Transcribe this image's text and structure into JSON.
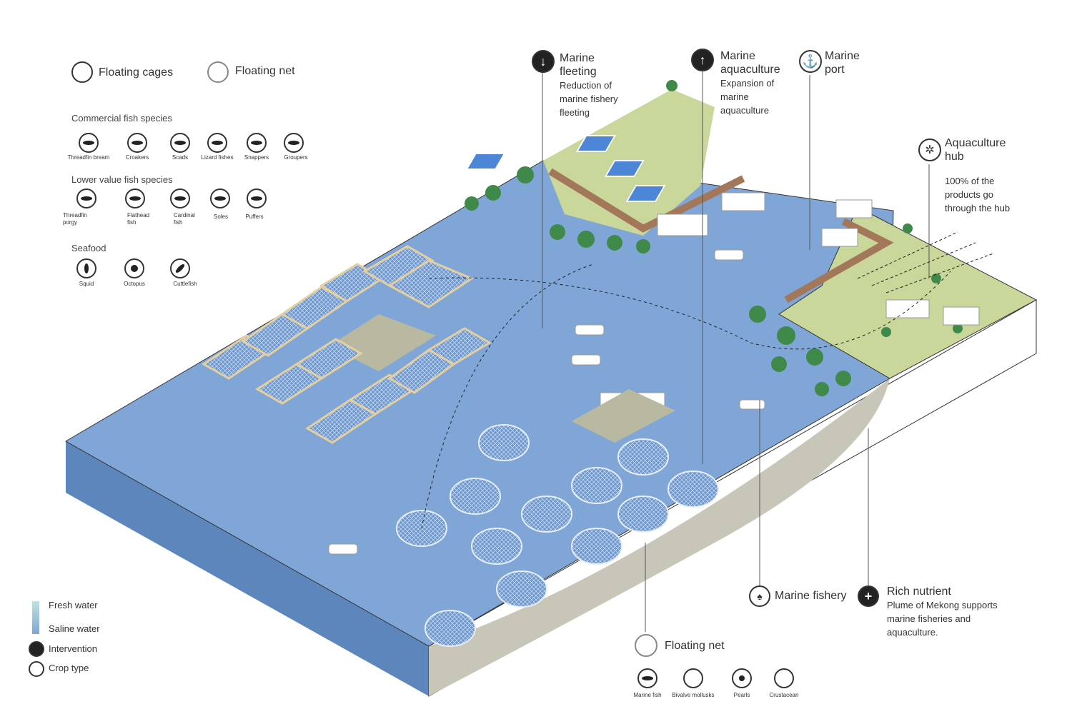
{
  "legend_top": {
    "floating_cages": "Floating cages",
    "floating_net": "Floating net"
  },
  "commercial": {
    "title": "Commercial fish species",
    "items": [
      "Threadfin bream",
      "Croakers",
      "Scads",
      "Lizard fishes",
      "Snappers",
      "Groupers"
    ]
  },
  "lower_value": {
    "title": "Lower value fish species",
    "items": [
      "Threadfin porgy",
      "Flathead fish",
      "Cardinal fish",
      "Soles",
      "Puffers"
    ]
  },
  "seafood": {
    "title": "Seafood",
    "items": [
      "Squid",
      "Octopus",
      "Cuttlefish"
    ]
  },
  "callouts": {
    "fleeting": {
      "title": "Marine fleeting",
      "desc": "Reduction of marine fishery fleeting"
    },
    "aquaculture": {
      "title": "Marine aquaculture",
      "desc": "Expansion of marine aquaculture"
    },
    "port": {
      "title": "Marine port"
    },
    "hub": {
      "title": "Aquaculture hub",
      "desc": "100% of the products go through the hub"
    },
    "fishery": {
      "title": "Marine fishery"
    },
    "nutrient": {
      "title": "Rich nutrient",
      "desc": "Plume of Mekong supports marine fisheries and aquaculture."
    }
  },
  "floating_net_bottom": {
    "title": "Floating net",
    "items": [
      "Marine fish",
      "Bivalve mollusks",
      "Pearls",
      "Crustacean"
    ]
  },
  "legend_bottom": {
    "fresh": "Fresh water",
    "saline": "Saline water",
    "intervention": "Intervention",
    "crop": "Crop type"
  },
  "colors": {
    "water": "#7fa6d6",
    "water_dark": "#5d86bd",
    "land": "#c9d79a",
    "tree": "#3f8a4a"
  }
}
